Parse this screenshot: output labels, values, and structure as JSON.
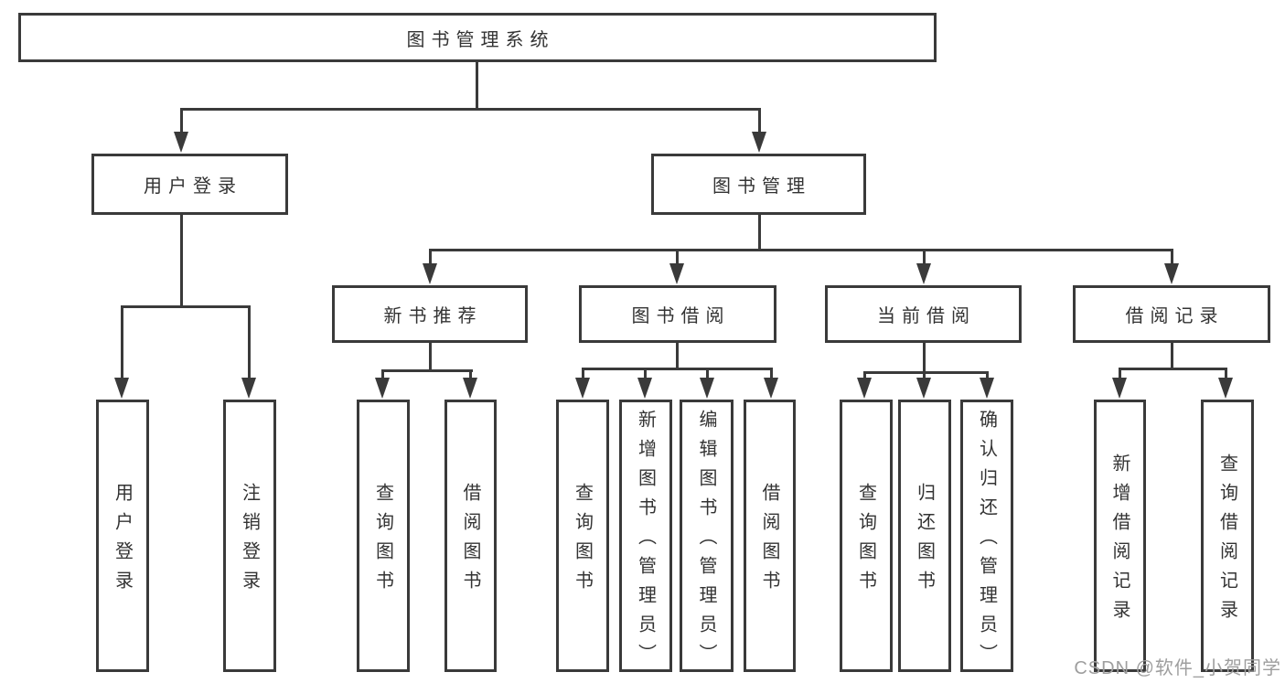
{
  "colors": {
    "background": "#ffffff",
    "line": "#3a3a3a",
    "box_border": "#3a3a3a",
    "text": "#333333",
    "watermark": "#9e9e9e"
  },
  "watermark": {
    "text": "CSDN @软件_小贺同学"
  },
  "nodes": [
    {
      "id": "root",
      "label": "图书管理系统",
      "parent": null,
      "orientation": "horizontal"
    },
    {
      "id": "user-login",
      "label": "用户登录",
      "parent": "root",
      "orientation": "horizontal"
    },
    {
      "id": "book-mgmt",
      "label": "图书管理",
      "parent": "root",
      "orientation": "horizontal"
    },
    {
      "id": "new-book-rec",
      "label": "新书推荐",
      "parent": "book-mgmt",
      "orientation": "horizontal"
    },
    {
      "id": "book-borrow",
      "label": "图书借阅",
      "parent": "book-mgmt",
      "orientation": "horizontal"
    },
    {
      "id": "current-borrow",
      "label": "当前借阅",
      "parent": "book-mgmt",
      "orientation": "horizontal"
    },
    {
      "id": "borrow-record",
      "label": "借阅记录",
      "parent": "book-mgmt",
      "orientation": "horizontal"
    },
    {
      "id": "leaf-user-login",
      "label": "用户登录",
      "parent": "user-login",
      "orientation": "vertical"
    },
    {
      "id": "leaf-logout",
      "label": "注销登录",
      "parent": "user-login",
      "orientation": "vertical"
    },
    {
      "id": "leaf-query-book-rec",
      "label": "查询图书",
      "parent": "new-book-rec",
      "orientation": "vertical"
    },
    {
      "id": "leaf-borrow-book-rec",
      "label": "借阅图书",
      "parent": "new-book-rec",
      "orientation": "vertical"
    },
    {
      "id": "leaf-query-book-borrow",
      "label": "查询图书",
      "parent": "book-borrow",
      "orientation": "vertical"
    },
    {
      "id": "leaf-add-book",
      "label": "新增图书（管理员）",
      "parent": "book-borrow",
      "orientation": "vertical"
    },
    {
      "id": "leaf-edit-book",
      "label": "编辑图书（管理员）",
      "parent": "book-borrow",
      "orientation": "vertical"
    },
    {
      "id": "leaf-borrow-book",
      "label": "借阅图书",
      "parent": "book-borrow",
      "orientation": "vertical"
    },
    {
      "id": "leaf-query-book-current",
      "label": "查询图书",
      "parent": "current-borrow",
      "orientation": "vertical"
    },
    {
      "id": "leaf-return-book",
      "label": "归还图书",
      "parent": "current-borrow",
      "orientation": "vertical"
    },
    {
      "id": "leaf-confirm-return",
      "label": "确认归还（管理员）",
      "parent": "current-borrow",
      "orientation": "vertical"
    },
    {
      "id": "leaf-add-record",
      "label": "新增借阅记录",
      "parent": "borrow-record",
      "orientation": "vertical"
    },
    {
      "id": "leaf-query-record",
      "label": "查询借阅记录",
      "parent": "borrow-record",
      "orientation": "vertical"
    }
  ]
}
